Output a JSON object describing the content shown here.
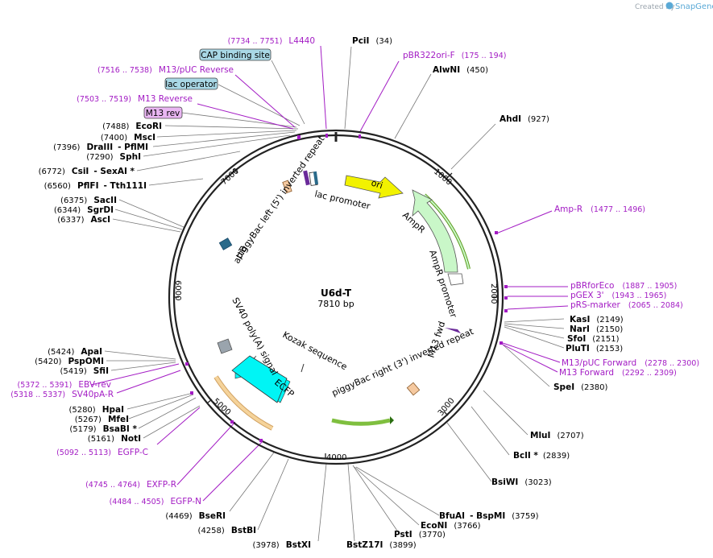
{
  "credit": {
    "prefix": "Created by",
    "brand": "SnapGene"
  },
  "plasmid": {
    "name": "U6d-T",
    "length_label": "7810 bp"
  },
  "ticks": [
    "1000",
    "2000",
    "3000",
    "4000",
    "5000",
    "6000",
    "7000"
  ],
  "enzymes_right": [
    {
      "name": "PciI",
      "pos": "(34)"
    },
    {
      "name": "AlwNI",
      "pos": "(450)"
    },
    {
      "name": "AhdI",
      "pos": "(927)"
    },
    {
      "name": "KasI",
      "pos": "(2149)"
    },
    {
      "name": "NarI",
      "pos": "(2150)"
    },
    {
      "name": "SfoI",
      "pos": "(2151)"
    },
    {
      "name": "PluTI",
      "pos": "(2153)"
    },
    {
      "name": "SpeI",
      "pos": "(2380)"
    },
    {
      "name": "MluI",
      "pos": "(2707)"
    },
    {
      "name": "BclI *",
      "pos": "(2839)"
    },
    {
      "name": "BsiWI",
      "pos": "(3023)"
    },
    {
      "name": "BfuAI",
      "pos": ""
    },
    {
      "name": "BspMI",
      "pos": "(3759)"
    },
    {
      "name": "EcoNI",
      "pos": "(3766)"
    },
    {
      "name": "PstI",
      "pos": "(3770)"
    },
    {
      "name": "BstZ17I",
      "pos": "(3899)"
    }
  ],
  "enzymes_left": [
    {
      "name": "EcoRI",
      "pos": "(7488)"
    },
    {
      "name": "MscI",
      "pos": "(7400)"
    },
    {
      "name": "DraIII",
      "pos": "(7396)"
    },
    {
      "name": "PflMI",
      "pos": ""
    },
    {
      "name": "SphI",
      "pos": "(7290)"
    },
    {
      "name": "CsiI",
      "pos": "(6772)"
    },
    {
      "name": "SexAI *",
      "pos": ""
    },
    {
      "name": "PflFI",
      "pos": "(6560)"
    },
    {
      "name": "Tth111I",
      "pos": ""
    },
    {
      "name": "SacII",
      "pos": "(6375)"
    },
    {
      "name": "SgrDI",
      "pos": "(6344)"
    },
    {
      "name": "AscI",
      "pos": "(6337)"
    },
    {
      "name": "ApaI",
      "pos": "(5424)"
    },
    {
      "name": "PspOMI",
      "pos": "(5420)"
    },
    {
      "name": "SfiI",
      "pos": "(5419)"
    },
    {
      "name": "HpaI",
      "pos": "(5280)"
    },
    {
      "name": "MfeI",
      "pos": "(5267)"
    },
    {
      "name": "BsaBI *",
      "pos": "(5179)"
    },
    {
      "name": "NotI",
      "pos": "(5161)"
    },
    {
      "name": "BseRI",
      "pos": "(4469)"
    },
    {
      "name": "BstBI",
      "pos": "(4258)"
    },
    {
      "name": "BstXI",
      "pos": "(3978)"
    }
  ],
  "primers": [
    {
      "name": "L4440",
      "pos": "(7734 .. 7751)"
    },
    {
      "name": "pBR322ori-F",
      "pos": "(175 .. 194)"
    },
    {
      "name": "M13/pUC Reverse",
      "pos": "(7516 .. 7538)"
    },
    {
      "name": "M13 Reverse",
      "pos": "(7503 .. 7519)"
    },
    {
      "name": "Amp-R",
      "pos": "(1477 .. 1496)"
    },
    {
      "name": "pBRforEco",
      "pos": "(1887 .. 1905)"
    },
    {
      "name": "pGEX 3'",
      "pos": "(1943 .. 1965)"
    },
    {
      "name": "pRS-marker",
      "pos": "(2065 .. 2084)"
    },
    {
      "name": "M13/pUC Forward",
      "pos": "(2278 .. 2300)"
    },
    {
      "name": "M13 Forward",
      "pos": "(2292 .. 2309)"
    },
    {
      "name": "EBV-rev",
      "pos": "(5372 .. 5391)"
    },
    {
      "name": "SV40pA-R",
      "pos": "(5318 .. 5337)"
    },
    {
      "name": "EGFP-C",
      "pos": "(5092 .. 5113)"
    },
    {
      "name": "EXFP-R",
      "pos": "(4745 .. 4764)"
    },
    {
      "name": "EGFP-N",
      "pos": "(4484 .. 4505)"
    }
  ],
  "boxed": [
    {
      "label": "CAP binding site",
      "color": "#a9d8e6"
    },
    {
      "label": "lac operator",
      "color": "#a9d8e6"
    },
    {
      "label": "M13 rev",
      "color": "#e9b6f2"
    }
  ],
  "features": {
    "ori": "ori",
    "ampr": "AmpR",
    "ampr_promoter": "AmpR promoter",
    "lac_promoter": "lac promoter",
    "left_ir": "piggyBac left (5') inverted repeat",
    "attb": "attB",
    "m13fwd": "M13 fwd",
    "right_ir": "piggyBac right (3') inverted repeat",
    "ecfp": "ECFP",
    "kozak": "Kozak sequence",
    "sv40": "SV40 poly(A) signal"
  },
  "colors": {
    "ori": "#f2f200",
    "ampr": "#c9f7c8",
    "ecfp": "#00f5f5",
    "primer": "#a31cc4",
    "backbone": "#222222",
    "orange_feature": "#f5d39a",
    "green_feature": "#5a9a1a"
  }
}
